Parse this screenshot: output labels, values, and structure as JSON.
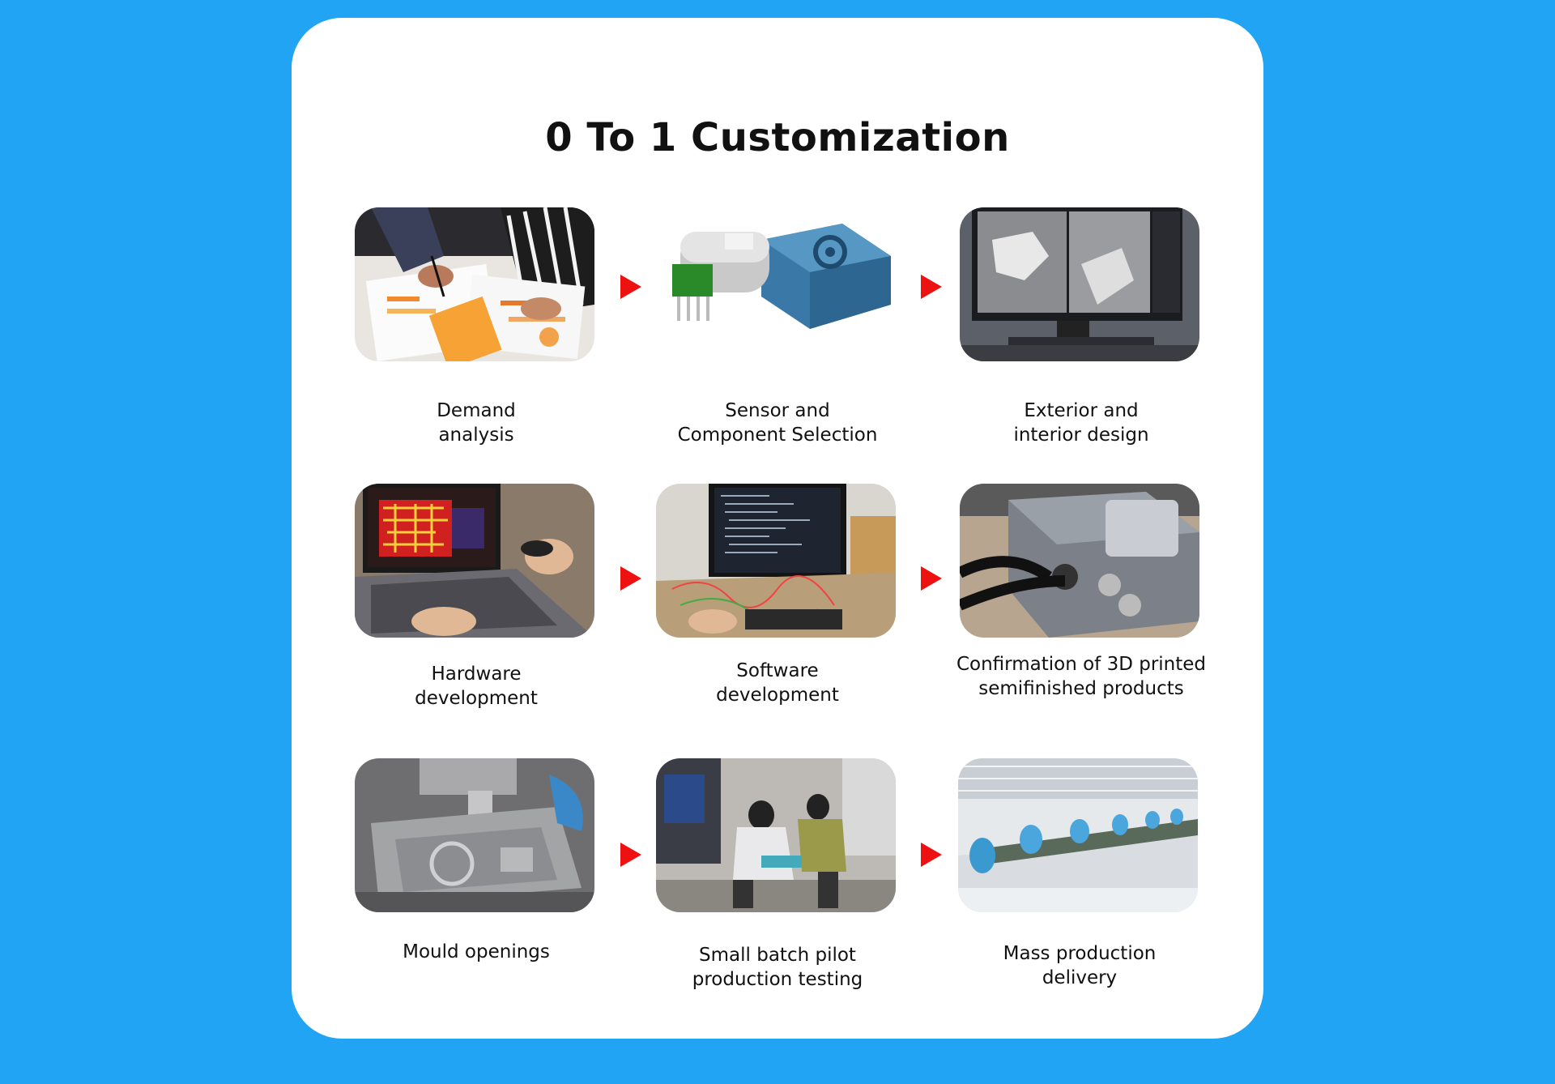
{
  "title": "0 To 1 Customization",
  "colors": {
    "background": "#20a4f3",
    "card": "#ffffff",
    "arrow": "#ee1111"
  },
  "steps": [
    {
      "caption": "Demand\nanalysis",
      "photo": "demand-analysis-photo"
    },
    {
      "caption": "Sensor and\nComponent Selection",
      "photo": "sensor-module-photo"
    },
    {
      "caption": "Exterior and\ninterior design",
      "photo": "3d-design-photo"
    },
    {
      "caption": "Hardware\ndevelopment",
      "photo": "pcb-laptop-photo"
    },
    {
      "caption": "Software\ndevelopment",
      "photo": "coding-workstation-photo"
    },
    {
      "caption": "Confirmation of 3D printed\nsemifinished products",
      "photo": "3d-printed-enclosure-photo"
    },
    {
      "caption": "Mould openings",
      "photo": "cnc-mould-photo"
    },
    {
      "caption": "Small batch pilot\nproduction testing",
      "photo": "pilot-testing-photo"
    },
    {
      "caption": "Mass production\ndelivery",
      "photo": "factory-line-photo"
    }
  ]
}
